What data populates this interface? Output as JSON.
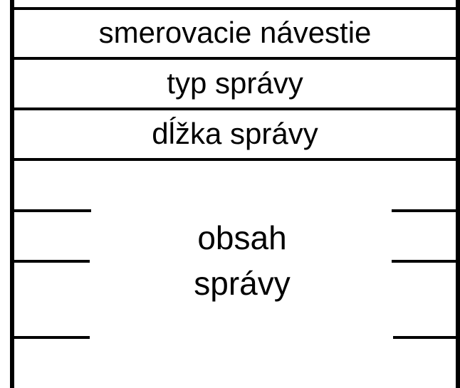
{
  "diagram": {
    "fields": [
      {
        "label": "smerovacie návestie"
      },
      {
        "label": "typ správy"
      },
      {
        "label": "dĺžka správy"
      }
    ],
    "content": {
      "line1": "obsah",
      "line2": "správy"
    }
  }
}
